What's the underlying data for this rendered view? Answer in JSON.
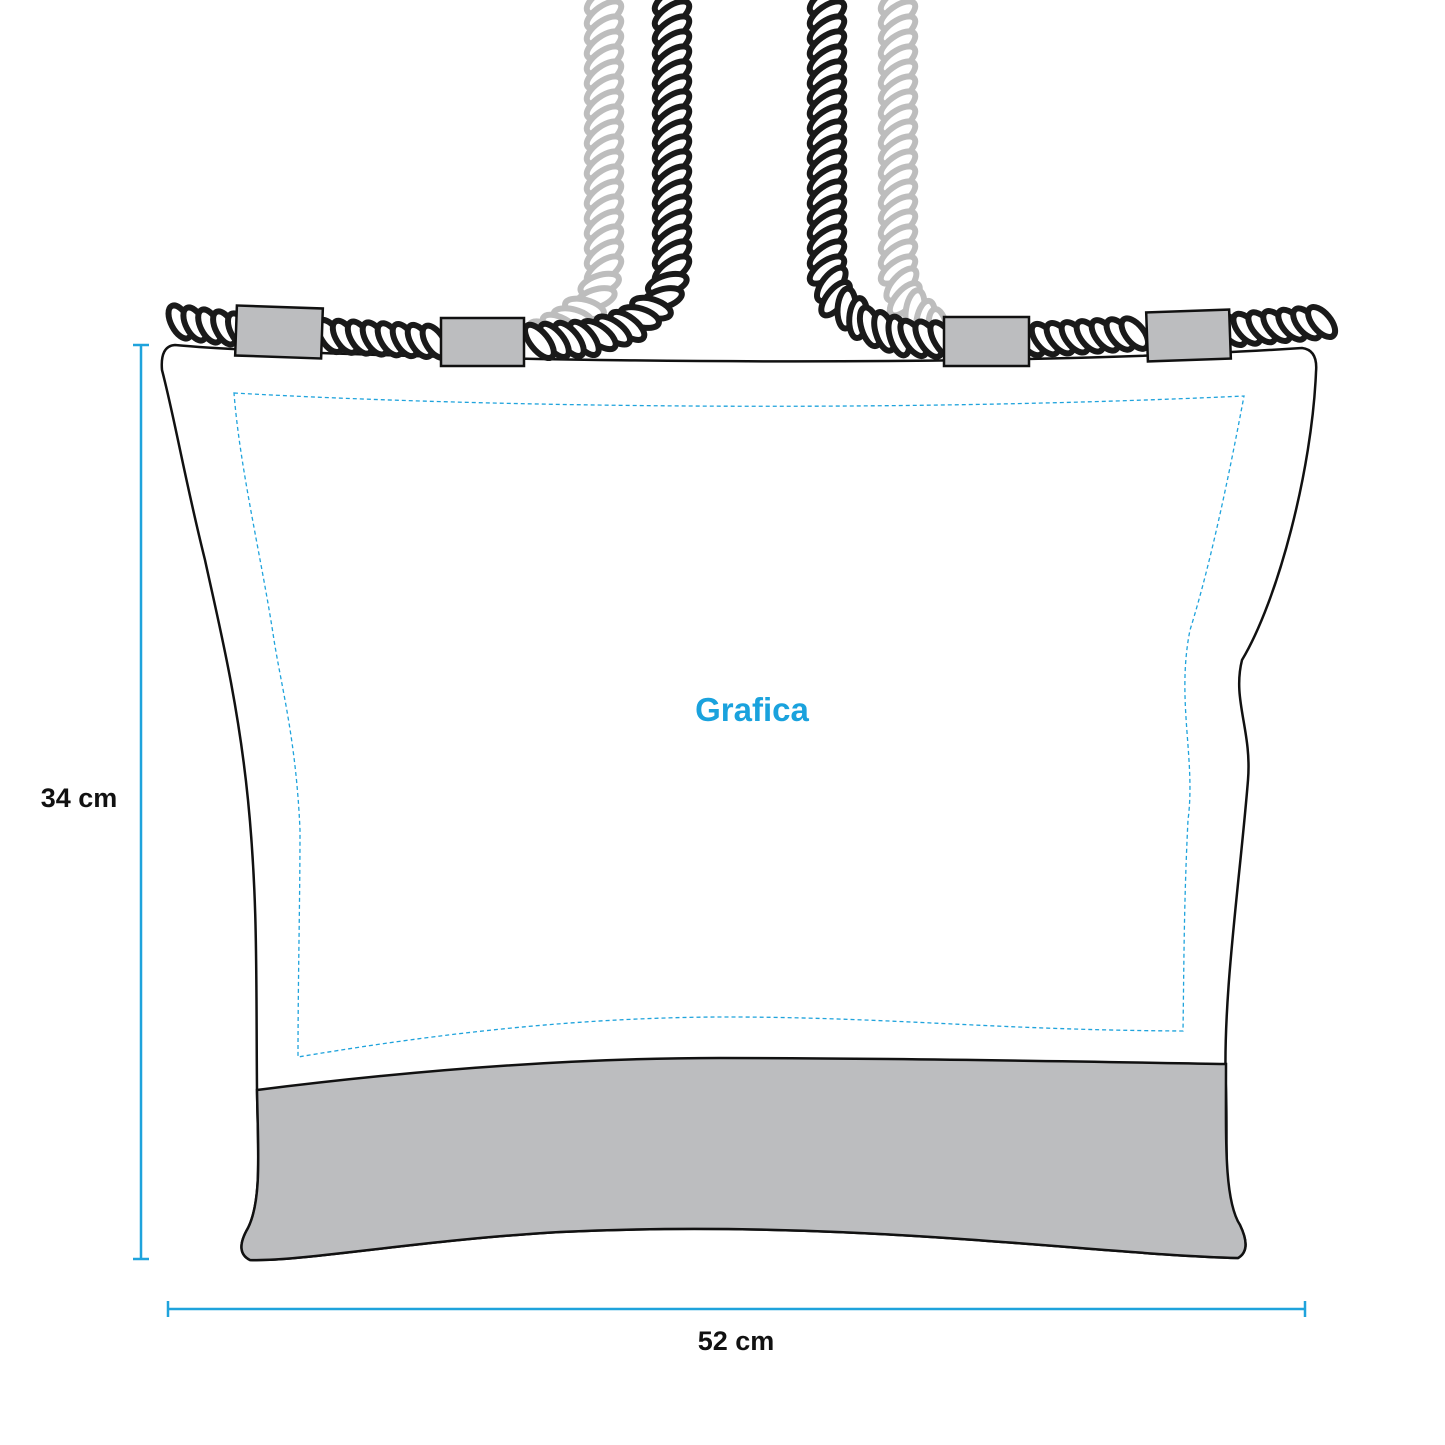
{
  "labels": {
    "print_area": "Grafica",
    "height": "34 cm",
    "width": "52 cm"
  },
  "colors": {
    "dimension_line": "#1fa3dc",
    "print_area_outline": "#1fa3dc",
    "print_label": "#1aa2dd",
    "outline": "#111111",
    "base_panel": "#bcbdbf",
    "tab": "#bcbdbf",
    "rope_front": "#1a1a1a",
    "rope_back": "#bdbdbd",
    "body_fill": "#ffffff"
  },
  "icons": {
    "rope_handle": "rope-handle-icon",
    "strap_tab": "strap-tab-icon"
  }
}
